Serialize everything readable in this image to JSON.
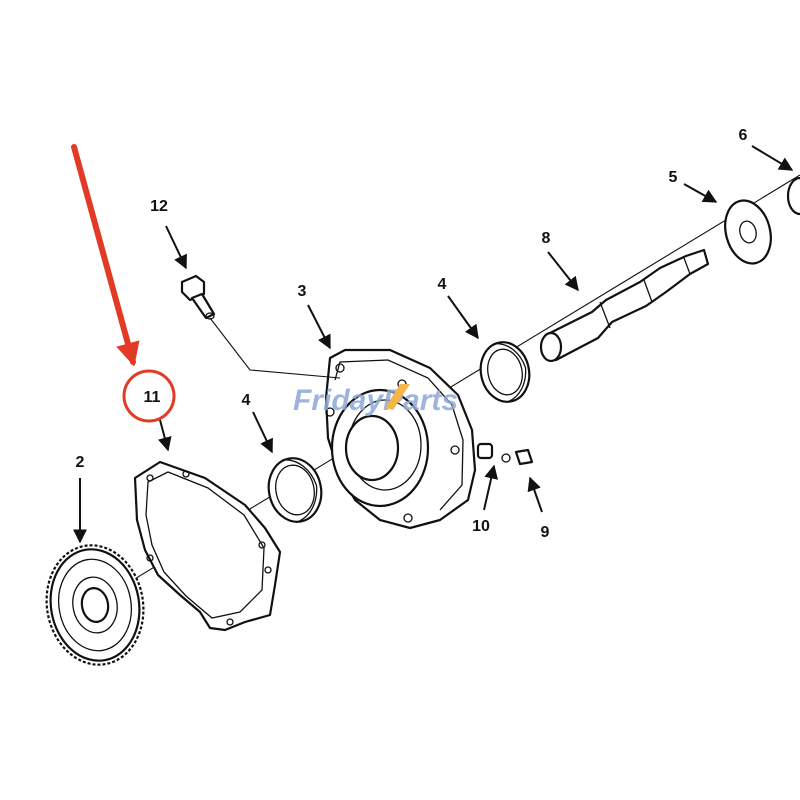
{
  "watermark": {
    "part1": "Friday",
    "part2": "Parts",
    "color1": "#8fa8d8",
    "color2": "#f2b64a"
  },
  "callouts": {
    "c2": "2",
    "c3": "3",
    "c4a": "4",
    "c4b": "4",
    "c5": "5",
    "c6": "6",
    "c8": "8",
    "c9": "9",
    "c10": "10",
    "c11": "11",
    "c12": "12"
  },
  "highlight": {
    "target": "11",
    "color": "#e23a24",
    "pointer": "red-arrow"
  },
  "colors": {
    "line": "#111111",
    "background": "#ffffff"
  }
}
